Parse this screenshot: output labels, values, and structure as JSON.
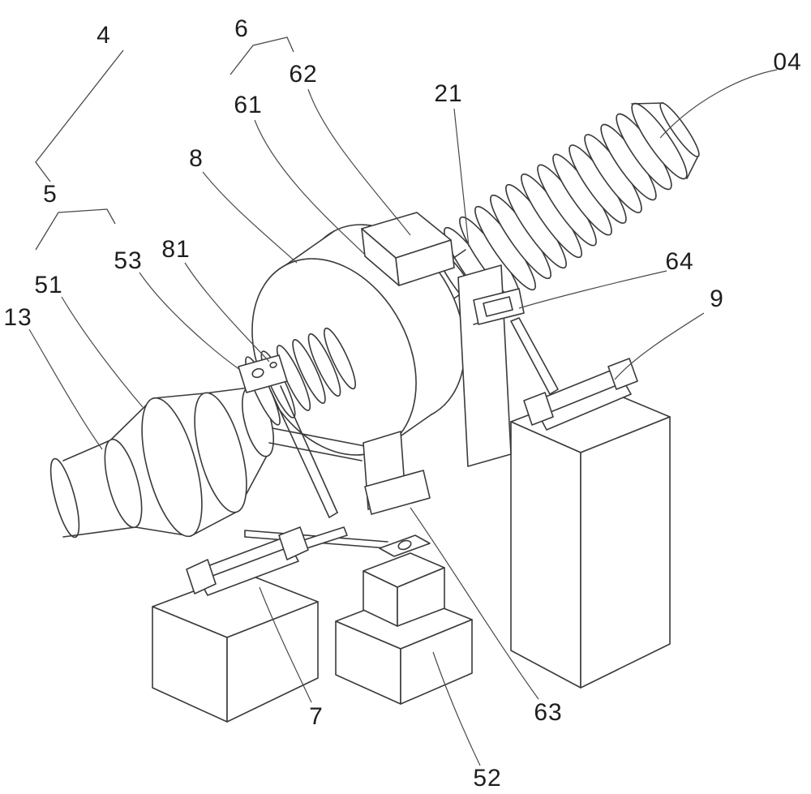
{
  "figure": {
    "kind": "patent mechanical assembly line drawing",
    "colors": {
      "background": "#ffffff",
      "line": "#3a3a3a",
      "label_text": "#1e1e1e"
    }
  },
  "labels": [
    {
      "id": "4",
      "text": "4"
    },
    {
      "id": "6",
      "text": "6"
    },
    {
      "id": "62",
      "text": "62"
    },
    {
      "id": "61",
      "text": "61"
    },
    {
      "id": "8",
      "text": "8"
    },
    {
      "id": "21",
      "text": "21"
    },
    {
      "id": "04",
      "text": "04"
    },
    {
      "id": "5",
      "text": "5"
    },
    {
      "id": "53",
      "text": "53"
    },
    {
      "id": "81",
      "text": "81"
    },
    {
      "id": "64",
      "text": "64"
    },
    {
      "id": "9",
      "text": "9"
    },
    {
      "id": "51",
      "text": "51"
    },
    {
      "id": "13",
      "text": "13"
    },
    {
      "id": "7",
      "text": "7"
    },
    {
      "id": "63",
      "text": "63"
    },
    {
      "id": "52",
      "text": "52"
    }
  ]
}
